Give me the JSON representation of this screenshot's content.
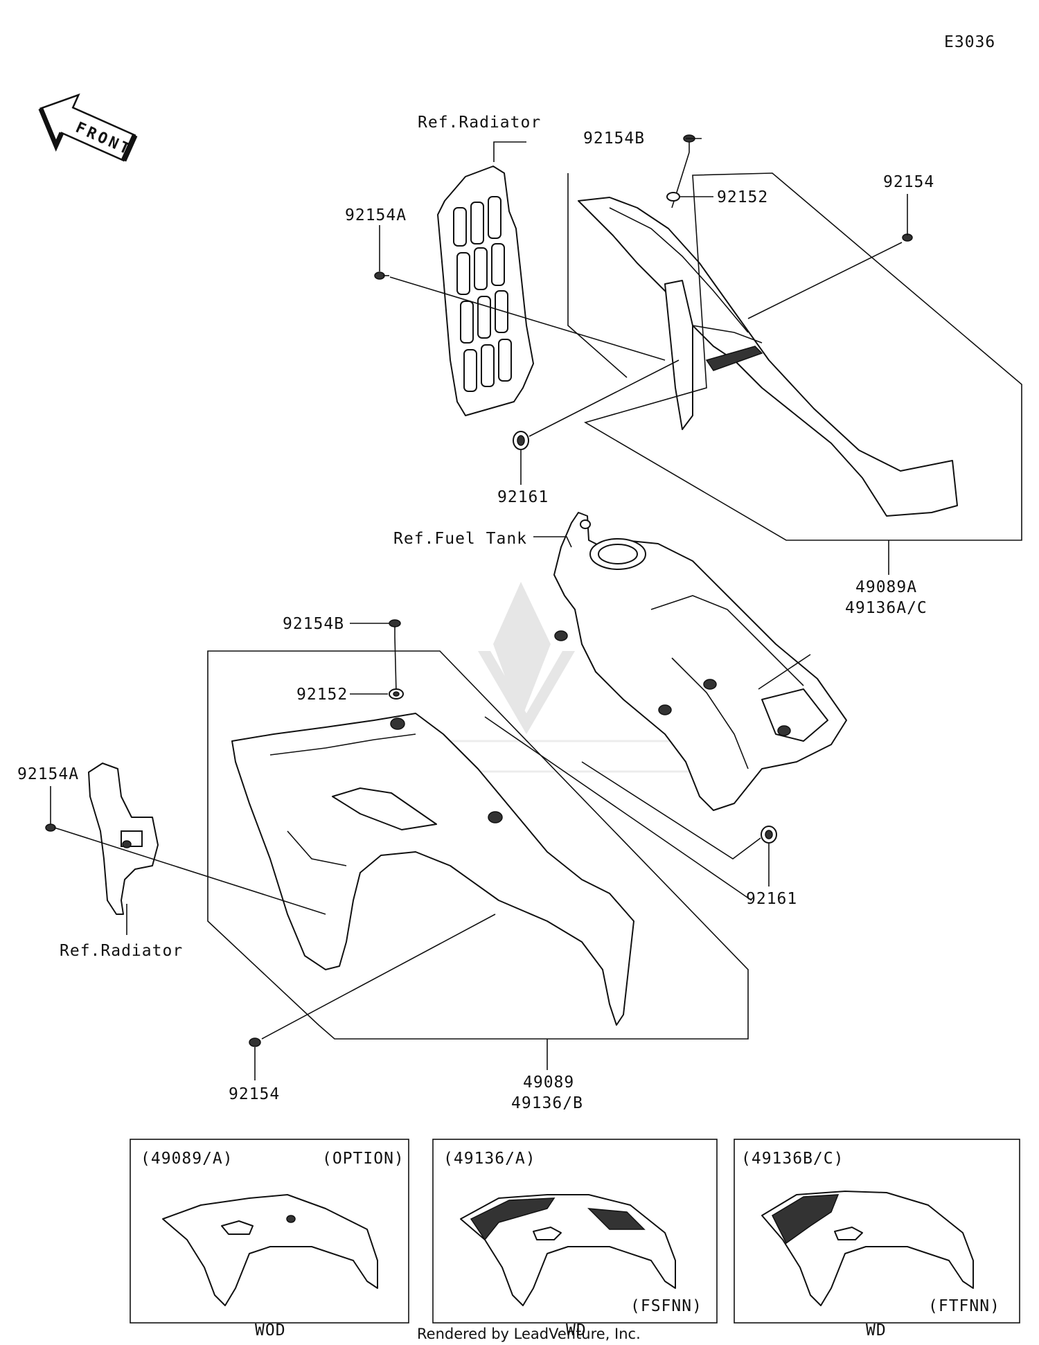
{
  "diagram_id": "E3036",
  "front_arrow": "FRONT",
  "labels": {
    "ref_radiator_top": "Ref.Radiator",
    "p92154B_top": "92154B",
    "p92152_top": "92152",
    "p92154_top": "92154",
    "p92154A_top": "92154A",
    "p92161_top": "92161",
    "ref_fuel_tank": "Ref.Fuel Tank",
    "kit_top_1": "49089A",
    "kit_top_2": "49136A/C",
    "p92154B_mid": "92154B",
    "p92152_mid": "92152",
    "p92154A_left": "92154A",
    "ref_radiator_left": "Ref.Radiator",
    "p92161_mid": "92161",
    "p92154_bottom": "92154",
    "kit_bottom_1": "49089",
    "kit_bottom_2": "49136/B"
  },
  "variants": [
    {
      "code": "(49089/A)",
      "tag": "(OPTION)",
      "color": "WOD"
    },
    {
      "code": "(49136/A)",
      "tag": "(FSFNN)",
      "color": "WD"
    },
    {
      "code": "(49136B/C)",
      "tag": "(FTFNN)",
      "color": "WD"
    }
  ],
  "footer": "Rendered by LeadVenture, Inc."
}
